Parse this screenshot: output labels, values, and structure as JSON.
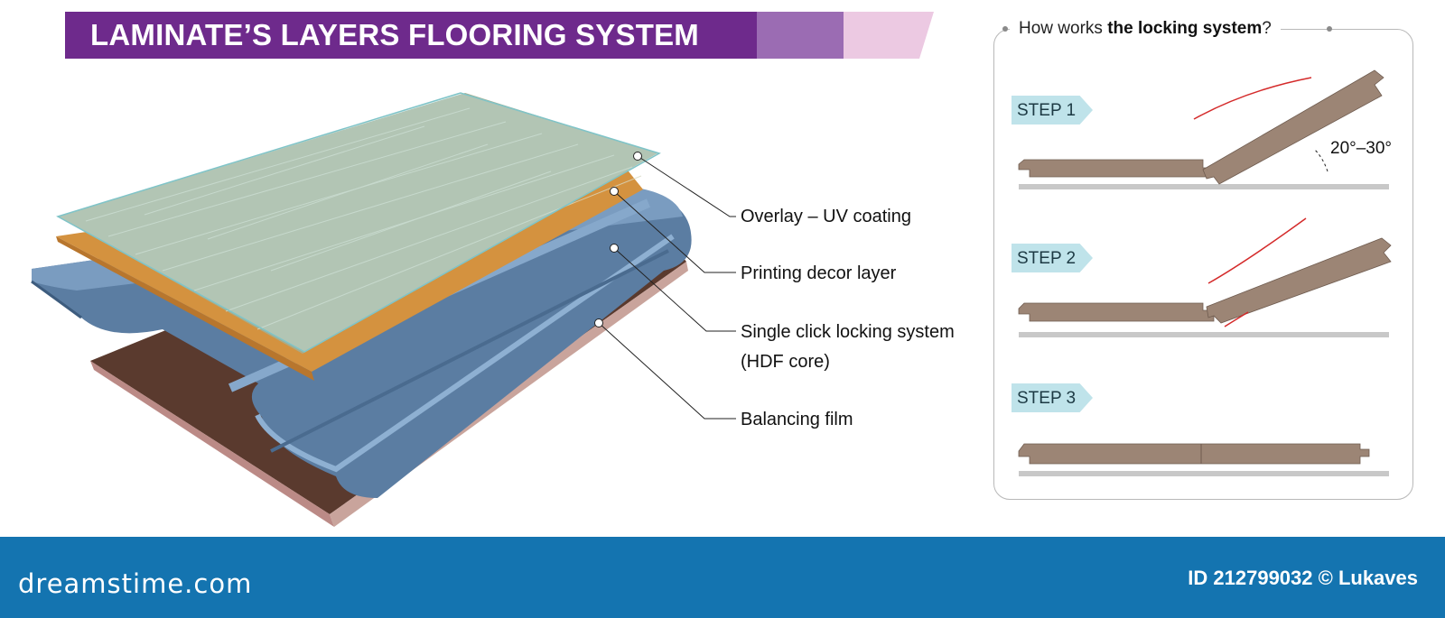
{
  "title": "LAMINATE’S LAYERS FLOORING SYSTEM",
  "layers": [
    {
      "name": "Overlay – UV coating",
      "color": "#bfe5e6"
    },
    {
      "name": "Printing decor layer",
      "color": "#d4923f"
    },
    {
      "name": "Single click locking system",
      "sub": "(HDF core)",
      "color": "#5b7da2"
    },
    {
      "name": "Balancing film",
      "color": "#5a3a2e"
    }
  ],
  "decor_color": "#a8ab8a",
  "locking": {
    "heading_prefix": "How works ",
    "heading_bold": "the locking system",
    "heading_suffix": "?",
    "angle_label": "20°–30°",
    "steps": [
      {
        "label": "STEP 1",
        "angle_deg": 25
      },
      {
        "label": "STEP 2",
        "angle_deg": 20
      },
      {
        "label": "STEP 3",
        "angle_deg": 0
      }
    ],
    "plank_color": "#9c8575",
    "motion_color": "#d42a2a"
  },
  "footer": {
    "logo": "dreamstime.com",
    "id_text": "ID 212799032 © Lukaves"
  }
}
